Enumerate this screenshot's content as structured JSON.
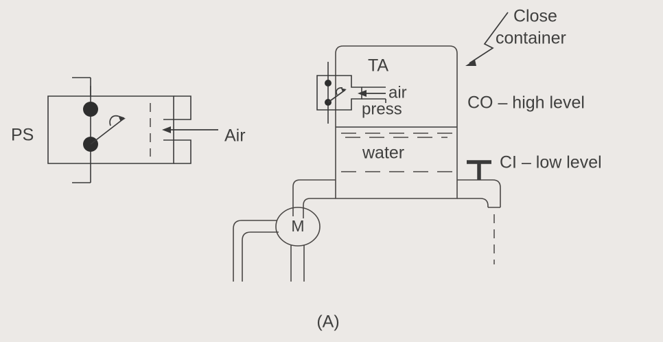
{
  "figure": {
    "caption": "(A)",
    "background_color": "#ece9e6",
    "line_color": "#3a3a3a"
  },
  "labels": {
    "ps": "PS",
    "air_inlet": "Air",
    "tank_air": "TA",
    "air_arrow": "air",
    "press": "press",
    "water": "water",
    "motor": "M",
    "close_container": {
      "line1": "Close",
      "line2": "container"
    },
    "co_high_level": "CO – high level",
    "ci_low_level": "CI – low level"
  },
  "components": [
    {
      "id": "pressure-switch-detail",
      "name": "PS",
      "description": "Pressure switch enlarged detail with two contacts and switch arm"
    },
    {
      "id": "pressure-switch-small",
      "name": "press",
      "description": "Pressure switch mounted on closed container"
    },
    {
      "id": "closed-container",
      "name": "Close container",
      "description": "Pressure tank holding air above water"
    },
    {
      "id": "motor-pump",
      "name": "M",
      "description": "Motor driven pump feeding the container"
    },
    {
      "id": "high-level-outlet",
      "name": "CO – high level"
    },
    {
      "id": "low-level-inlet",
      "name": "CI – low level"
    }
  ]
}
